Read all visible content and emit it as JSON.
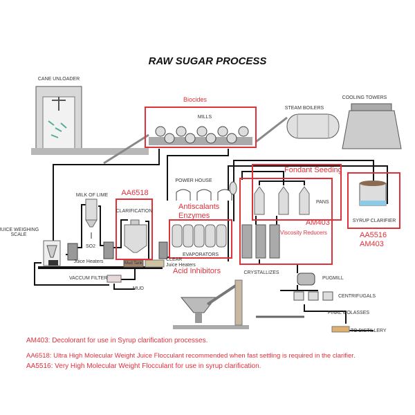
{
  "title": "RAW SUGAR PROCESS",
  "labels": {
    "cane_unloader": "CANE UNLOADER",
    "mills": "MILLS",
    "steam_boilers": "STEAM BOILERS",
    "cooling_towers": "COOLING TOWERS",
    "power_house": "POWER HOUSE",
    "pans": "PANS",
    "syrup_clarifier": "SYRUP CLARIFIER",
    "milk_of_lime": "MILK OF LIME",
    "clarification": "CLARIFICATION",
    "juice_weighing_scale": "JUICE WEIGHING SCALE",
    "so2": "SO2",
    "juice_heaters": "Juice Heaters",
    "mud_tank": "Mud Tank",
    "clear_juice_heaters_1": "CLEAR",
    "clear_juice_heaters_2": "Juice Heaters",
    "evaporators": "EVAPORATORS",
    "vaccum_filter": "VACCUM FILTER",
    "mud": "MUD",
    "crystallizes": "CRYSTALLIZES",
    "pugmill": "PUGMILL",
    "centrifugals": "CENTRIFUGALS",
    "final_molasses": "FINAL MOLASSES",
    "to_distillery": "TO DISTILLERY"
  },
  "products": {
    "biocides": "Biocides",
    "fondant_seeding": "Fondant Seeding",
    "aa6518": "AA6518",
    "antiscalants": "Antiscalants",
    "enzymes": "Enzymes",
    "acid_inhibitors": "Acid Inhibitors",
    "am403_pans": "AM403",
    "viscosity_reducers": "Viscosity Reducers",
    "aa5516": "AA5516",
    "am403_clarifier": "AM403"
  },
  "notes": [
    "AM403: Decolorant for use in Syrup clarification processes.",
    "AA6518:  Ultra High Molecular Weight Juice Flocculant recommended when fast settling is required in the clarifier.",
    "AA5516: Very High Molecular Weight Flocculant for use in syrup clarification."
  ],
  "colors": {
    "highlight": "#e0303a",
    "pipe": "#111111",
    "equipment": "#c8c8c8"
  }
}
